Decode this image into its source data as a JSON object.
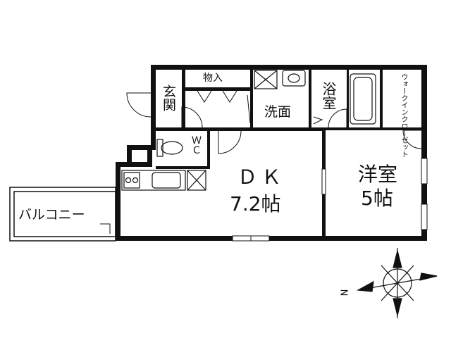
{
  "rooms": {
    "genkan": "玄関",
    "storage": "物入",
    "washroom": "洗面",
    "bath": "浴室",
    "walk_in_closet": "ウォークインクローゼット",
    "wc": "ＷＣ",
    "dk_name": "ＤＫ",
    "dk_size": "7.2帖",
    "western_name": "洋室",
    "western_size": "5帖",
    "balcony": "バルコニー"
  },
  "compass": {
    "north_label": "N"
  }
}
